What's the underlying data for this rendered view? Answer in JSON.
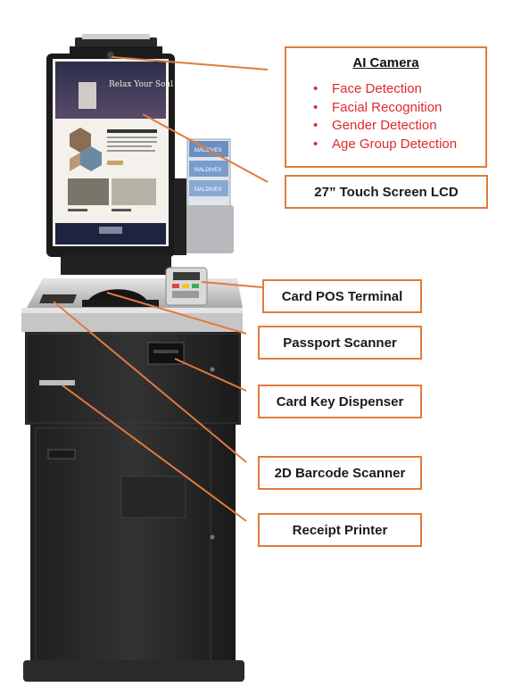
{
  "ai_camera": {
    "title": "AI Camera",
    "features": [
      "Face Detection",
      "Facial Recognition",
      "Gender Detection",
      "Age Group Detection"
    ]
  },
  "callouts": {
    "touch_screen": "27” Touch Screen LCD",
    "card_pos": "Card POS Terminal",
    "passport_scanner": "Passport Scanner",
    "card_key_dispenser": "Card Key Dispenser",
    "barcode_scanner": "2D Barcode  Scanner",
    "receipt_printer": "Receipt Printer"
  },
  "screen": {
    "headline": "Relax Your Soul"
  },
  "brochures": [
    "MALDIVES",
    "MALDIVES",
    "MALDIVES"
  ],
  "colors": {
    "callout_border": "#e07b3c",
    "leader_line": "#e07b3c",
    "feature_text": "#e0282b",
    "kiosk_body": "#2b2b2b",
    "kiosk_trim": "#c9c9c9"
  }
}
